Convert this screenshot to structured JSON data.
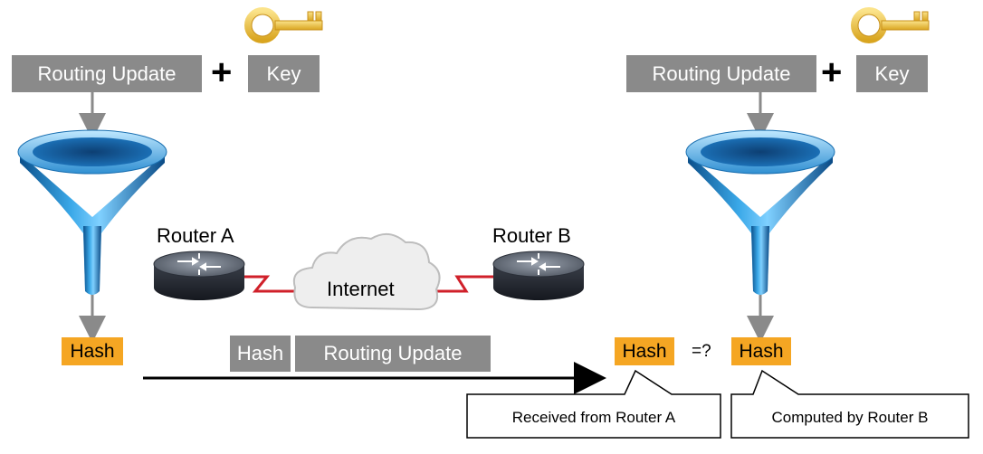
{
  "left": {
    "routing_update_label": "Routing Update",
    "plus": "+",
    "key_label": "Key",
    "hash_label": "Hash"
  },
  "right": {
    "routing_update_label": "Routing Update",
    "plus": "+",
    "key_label": "Key",
    "hash_label": "Hash"
  },
  "network": {
    "router_a_label": "Router A",
    "router_b_label": "Router B",
    "cloud_label": "Internet"
  },
  "packet": {
    "hash_label": "Hash",
    "routing_update_label": "Routing Update"
  },
  "comparison": {
    "received_hash_label": "Hash",
    "operator": "=?",
    "computed_hash_label": "Hash"
  },
  "callouts": {
    "received_label": "Received from Router A",
    "computed_label": "Computed by Router B"
  },
  "colors": {
    "box_gray": "#8a8a8a",
    "hash_orange": "#f5a623",
    "link_red": "#d0202a",
    "arrow_gray": "#8a8a8a",
    "funnel_blue": "#1f8fd6",
    "key_gold": "#f2c94c"
  },
  "icons": [
    "key-icon",
    "funnel-icon",
    "router-icon",
    "cloud-icon"
  ]
}
